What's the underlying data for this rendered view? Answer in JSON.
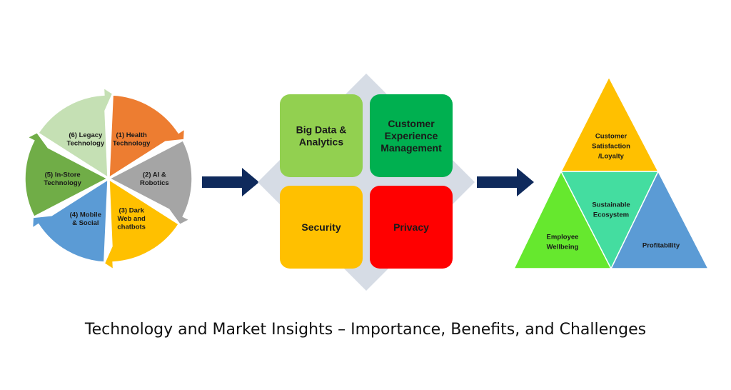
{
  "colors": {
    "health": "#ED7D31",
    "ai": "#A5A5A5",
    "darkweb": "#FFC000",
    "mobile": "#5B9BD5",
    "instore": "#70AD47",
    "legacy": "#C5E0B4",
    "arrow": "#0F2A5C",
    "diamond": "#D6DCE5",
    "bigdata": "#92D050",
    "cem": "#00B050",
    "security": "#FFC000",
    "privacy": "#FF0000",
    "satisfaction": "#FFC000",
    "employee": "#66E82E",
    "ecosystem": "#44DDA0",
    "profitability": "#5B9BD5"
  },
  "cycle": {
    "segments": [
      {
        "key": "health",
        "lines": [
          "(1) Health",
          "Technology"
        ]
      },
      {
        "key": "ai",
        "lines": [
          "(2) AI &",
          "Robotics"
        ]
      },
      {
        "key": "darkweb",
        "lines": [
          "(3) Dark",
          "Web and",
          "chatbots"
        ]
      },
      {
        "key": "mobile",
        "lines": [
          "(4) Mobile",
          "& Social"
        ]
      },
      {
        "key": "instore",
        "lines": [
          "(5) In-Store",
          "Technology"
        ]
      },
      {
        "key": "legacy",
        "lines": [
          "(6) Legacy",
          "Technology"
        ]
      }
    ]
  },
  "matrix": {
    "tiles": [
      {
        "key": "bigdata",
        "lines": [
          "Big Data &",
          "Analytics"
        ]
      },
      {
        "key": "cem",
        "lines": [
          "Customer",
          "Experience",
          "Management"
        ]
      },
      {
        "key": "security",
        "lines": [
          "Security"
        ]
      },
      {
        "key": "privacy",
        "lines": [
          "Privacy"
        ]
      }
    ]
  },
  "pyramid": {
    "top": {
      "key": "satisfaction",
      "lines": [
        "Customer",
        "Satisfaction",
        "/Loyalty"
      ]
    },
    "left": {
      "key": "employee",
      "lines": [
        "Employee",
        "Wellbeing"
      ]
    },
    "center": {
      "key": "ecosystem",
      "lines": [
        "Sustainable",
        "Ecosystem"
      ]
    },
    "right": {
      "key": "profitability",
      "lines": [
        "Profitability"
      ]
    }
  },
  "caption": "Technology and Market Insights – Importance, Benefits, and Challenges"
}
